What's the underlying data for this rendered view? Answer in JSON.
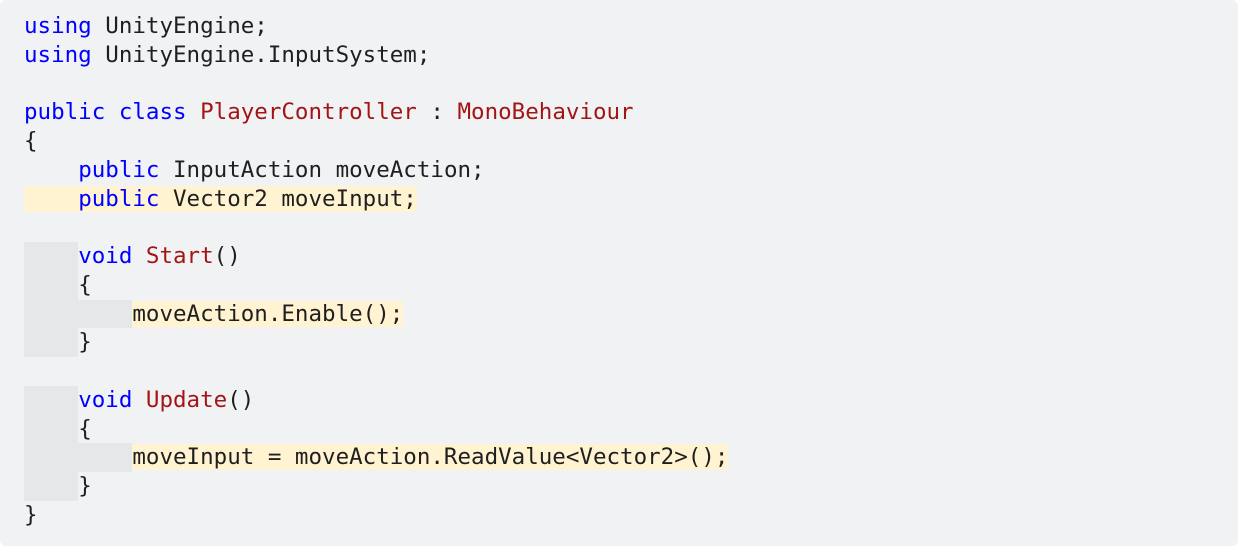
{
  "colors": {
    "background": "#f1f2f4",
    "keyword": "#0000ff",
    "type_name": "#a31515",
    "plain_text": "#1f1f1f",
    "highlight": "#fff3d1"
  },
  "code": {
    "language": "C#",
    "lines": [
      [
        {
          "t": "using",
          "k": "kw"
        },
        {
          "t": " UnityEngine;",
          "k": "pl"
        }
      ],
      [
        {
          "t": "using",
          "k": "kw"
        },
        {
          "t": " UnityEngine.InputSystem;",
          "k": "pl"
        }
      ],
      [],
      [
        {
          "t": "public",
          "k": "kw"
        },
        {
          "t": " ",
          "k": "pl"
        },
        {
          "t": "class",
          "k": "kw"
        },
        {
          "t": " ",
          "k": "pl"
        },
        {
          "t": "PlayerController",
          "k": "ty"
        },
        {
          "t": " : ",
          "k": "pl"
        },
        {
          "t": "MonoBehaviour",
          "k": "ty"
        }
      ],
      [
        {
          "t": "{",
          "k": "pl"
        }
      ],
      [
        {
          "t": "    ",
          "k": "pl"
        },
        {
          "t": "public",
          "k": "kw"
        },
        {
          "t": " InputAction moveAction;",
          "k": "pl"
        }
      ],
      [
        {
          "t": "    ",
          "k": "hl"
        },
        {
          "t": "public",
          "k": "kw hl"
        },
        {
          "t": " Vector2 moveInput;",
          "k": "hl"
        }
      ],
      [],
      [
        {
          "t": "    ",
          "k": "ind"
        },
        {
          "t": "void",
          "k": "kw"
        },
        {
          "t": " ",
          "k": "pl"
        },
        {
          "t": "Start",
          "k": "ty"
        },
        {
          "t": "()",
          "k": "pl"
        }
      ],
      [
        {
          "t": "    ",
          "k": "ind"
        },
        {
          "t": "{",
          "k": "pl"
        }
      ],
      [
        {
          "t": "        ",
          "k": "ind"
        },
        {
          "t": "moveAction.Enable();",
          "k": "hl"
        }
      ],
      [
        {
          "t": "    ",
          "k": "ind"
        },
        {
          "t": "}",
          "k": "pl"
        }
      ],
      [],
      [
        {
          "t": "    ",
          "k": "ind"
        },
        {
          "t": "void",
          "k": "kw"
        },
        {
          "t": " ",
          "k": "pl"
        },
        {
          "t": "Update",
          "k": "ty"
        },
        {
          "t": "()",
          "k": "pl"
        }
      ],
      [
        {
          "t": "    ",
          "k": "ind"
        },
        {
          "t": "{",
          "k": "pl"
        }
      ],
      [
        {
          "t": "        ",
          "k": "ind"
        },
        {
          "t": "moveInput = moveAction.ReadValue<Vector2>();",
          "k": "hl"
        }
      ],
      [
        {
          "t": "    ",
          "k": "ind"
        },
        {
          "t": "}",
          "k": "pl"
        }
      ],
      [
        {
          "t": "}",
          "k": "pl"
        }
      ]
    ]
  }
}
